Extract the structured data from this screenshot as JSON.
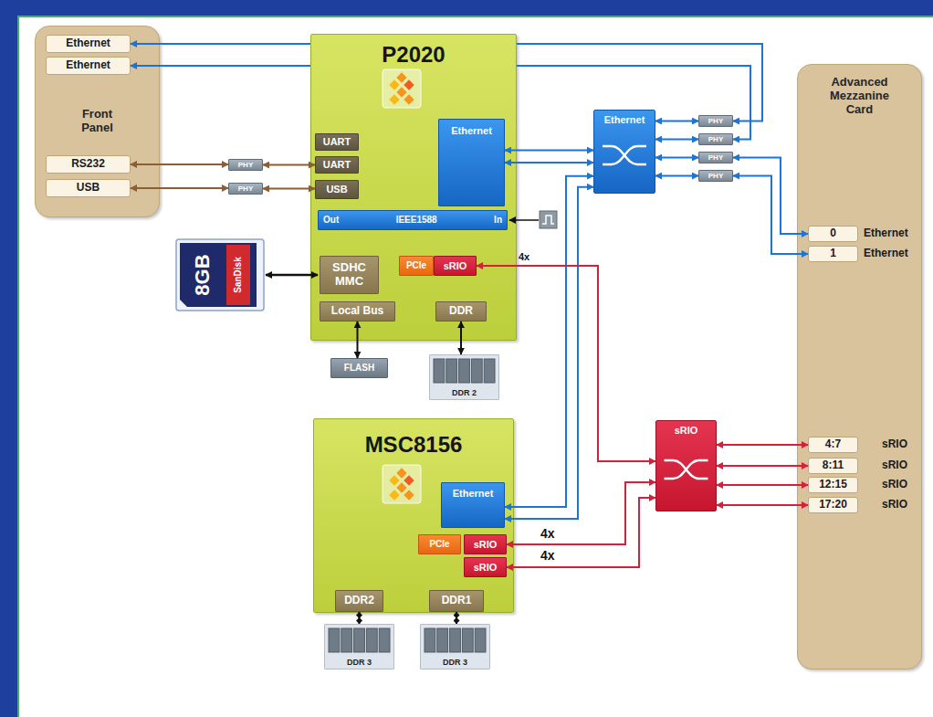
{
  "diagram": {
    "nodes": [
      {
        "text": [
          "Front Panel"
        ]
      },
      {
        "text": [
          "Ethernet"
        ],
        "in": 0
      },
      {
        "text": [
          "Ethernet"
        ],
        "in": 0
      },
      {
        "text": [
          "RS232"
        ],
        "in": 0
      },
      {
        "text": [
          "USB"
        ],
        "in": 0
      },
      {
        "text": [
          "P2020"
        ]
      },
      {
        "text": [
          "UART"
        ],
        "in": 5
      },
      {
        "text": [
          "UART"
        ],
        "in": 5
      },
      {
        "text": [
          "USB"
        ],
        "in": 5
      },
      {
        "text": [
          "Ethernet"
        ],
        "in": 5
      },
      {
        "text": [
          "Out",
          "IEEE1588",
          "In"
        ],
        "in": 5
      },
      {
        "text": [
          "SDHC MMC"
        ],
        "in": 5
      },
      {
        "text": [
          "PCIe"
        ],
        "in": 5
      },
      {
        "text": [
          "sRIO"
        ],
        "in": 5
      },
      {
        "text": [
          "Local Bus"
        ],
        "in": 5
      },
      {
        "text": [
          "DDR"
        ],
        "in": 5
      },
      {
        "text": [
          "FLASH"
        ]
      },
      {
        "text": [
          "DDR 2"
        ]
      },
      {
        "text": [
          "PHY"
        ]
      },
      {
        "text": [
          "PHY"
        ]
      },
      {
        "text": [
          "Ethernet"
        ]
      },
      {
        "text": [
          "PHY"
        ]
      },
      {
        "text": [
          "PHY"
        ]
      },
      {
        "text": [
          "PHY"
        ]
      },
      {
        "text": [
          "PHY"
        ]
      },
      {
        "text": [
          "Advanced Mezzanine Card"
        ]
      },
      {
        "text": [
          "0"
        ],
        "in": 25
      },
      {
        "text": [
          "1"
        ],
        "in": 25
      },
      {
        "text": [
          "4:7"
        ],
        "in": 25
      },
      {
        "text": [
          "8:11"
        ],
        "in": 25
      },
      {
        "text": [
          "12:15"
        ],
        "in": 25
      },
      {
        "text": [
          "17:20"
        ],
        "in": 25
      },
      {
        "text": [
          "MSC8156"
        ]
      },
      {
        "text": [
          "Ethernet"
        ],
        "in": 32
      },
      {
        "text": [
          "PCIe"
        ],
        "in": 32
      },
      {
        "text": [
          "sRIO"
        ],
        "in": 32
      },
      {
        "text": [
          "sRIO"
        ],
        "in": 32
      },
      {
        "text": [
          "DDR2"
        ],
        "in": 32
      },
      {
        "text": [
          "DDR1"
        ],
        "in": 32
      },
      {
        "text": [
          "DDR 3"
        ]
      },
      {
        "text": [
          "DDR 3"
        ]
      },
      {
        "text": [
          "sRIO"
        ]
      }
    ],
    "edges": [
      {
        "from": 1,
        "to": 21,
        "arrow": "both"
      },
      {
        "from": 2,
        "to": 22,
        "arrow": "both"
      },
      {
        "from": 3,
        "to": 18,
        "arrow": "both"
      },
      {
        "from": 18,
        "to": 7,
        "arrow": "both"
      },
      {
        "from": 4,
        "to": 19,
        "arrow": "both"
      },
      {
        "from": 19,
        "to": 8,
        "arrow": "both"
      },
      {
        "from": 9,
        "to": 20,
        "arrow": "both"
      },
      {
        "from": 9,
        "to": 20,
        "arrow": "both"
      },
      {
        "from": 20,
        "to": 21,
        "arrow": "both"
      },
      {
        "from": 20,
        "to": 22,
        "arrow": "both"
      },
      {
        "from": 20,
        "to": 23,
        "arrow": "both"
      },
      {
        "from": 20,
        "to": 24,
        "arrow": "both"
      },
      {
        "from": 23,
        "to": 26,
        "arrow": "both"
      },
      {
        "from": 24,
        "to": 27,
        "arrow": "both"
      },
      {
        "from": 33,
        "to": 20,
        "arrow": "both"
      },
      {
        "from": 33,
        "to": 20,
        "arrow": "both"
      },
      {
        "from": 13,
        "to": 41,
        "arrow": "both"
      },
      {
        "from": 35,
        "to": 41,
        "arrow": "both"
      },
      {
        "from": 36,
        "to": 41,
        "arrow": "both"
      },
      {
        "from": 41,
        "to": 28,
        "arrow": "both"
      },
      {
        "from": 41,
        "to": 29,
        "arrow": "both"
      },
      {
        "from": 41,
        "to": 30,
        "arrow": "both"
      },
      {
        "from": 41,
        "to": 31,
        "arrow": "both"
      },
      {
        "from": 14,
        "to": 16,
        "arrow": "both"
      },
      {
        "from": 15,
        "to": 17,
        "arrow": "both"
      },
      {
        "from": 37,
        "to": 39,
        "arrow": "both"
      },
      {
        "from": 38,
        "to": 40,
        "arrow": "both"
      }
    ],
    "labels": [
      "4x",
      "4x",
      "4x",
      "Ethernet",
      "Ethernet",
      "sRIO",
      "sRIO",
      "sRIO",
      "sRIO",
      "8GB",
      "SanDisk"
    ]
  }
}
